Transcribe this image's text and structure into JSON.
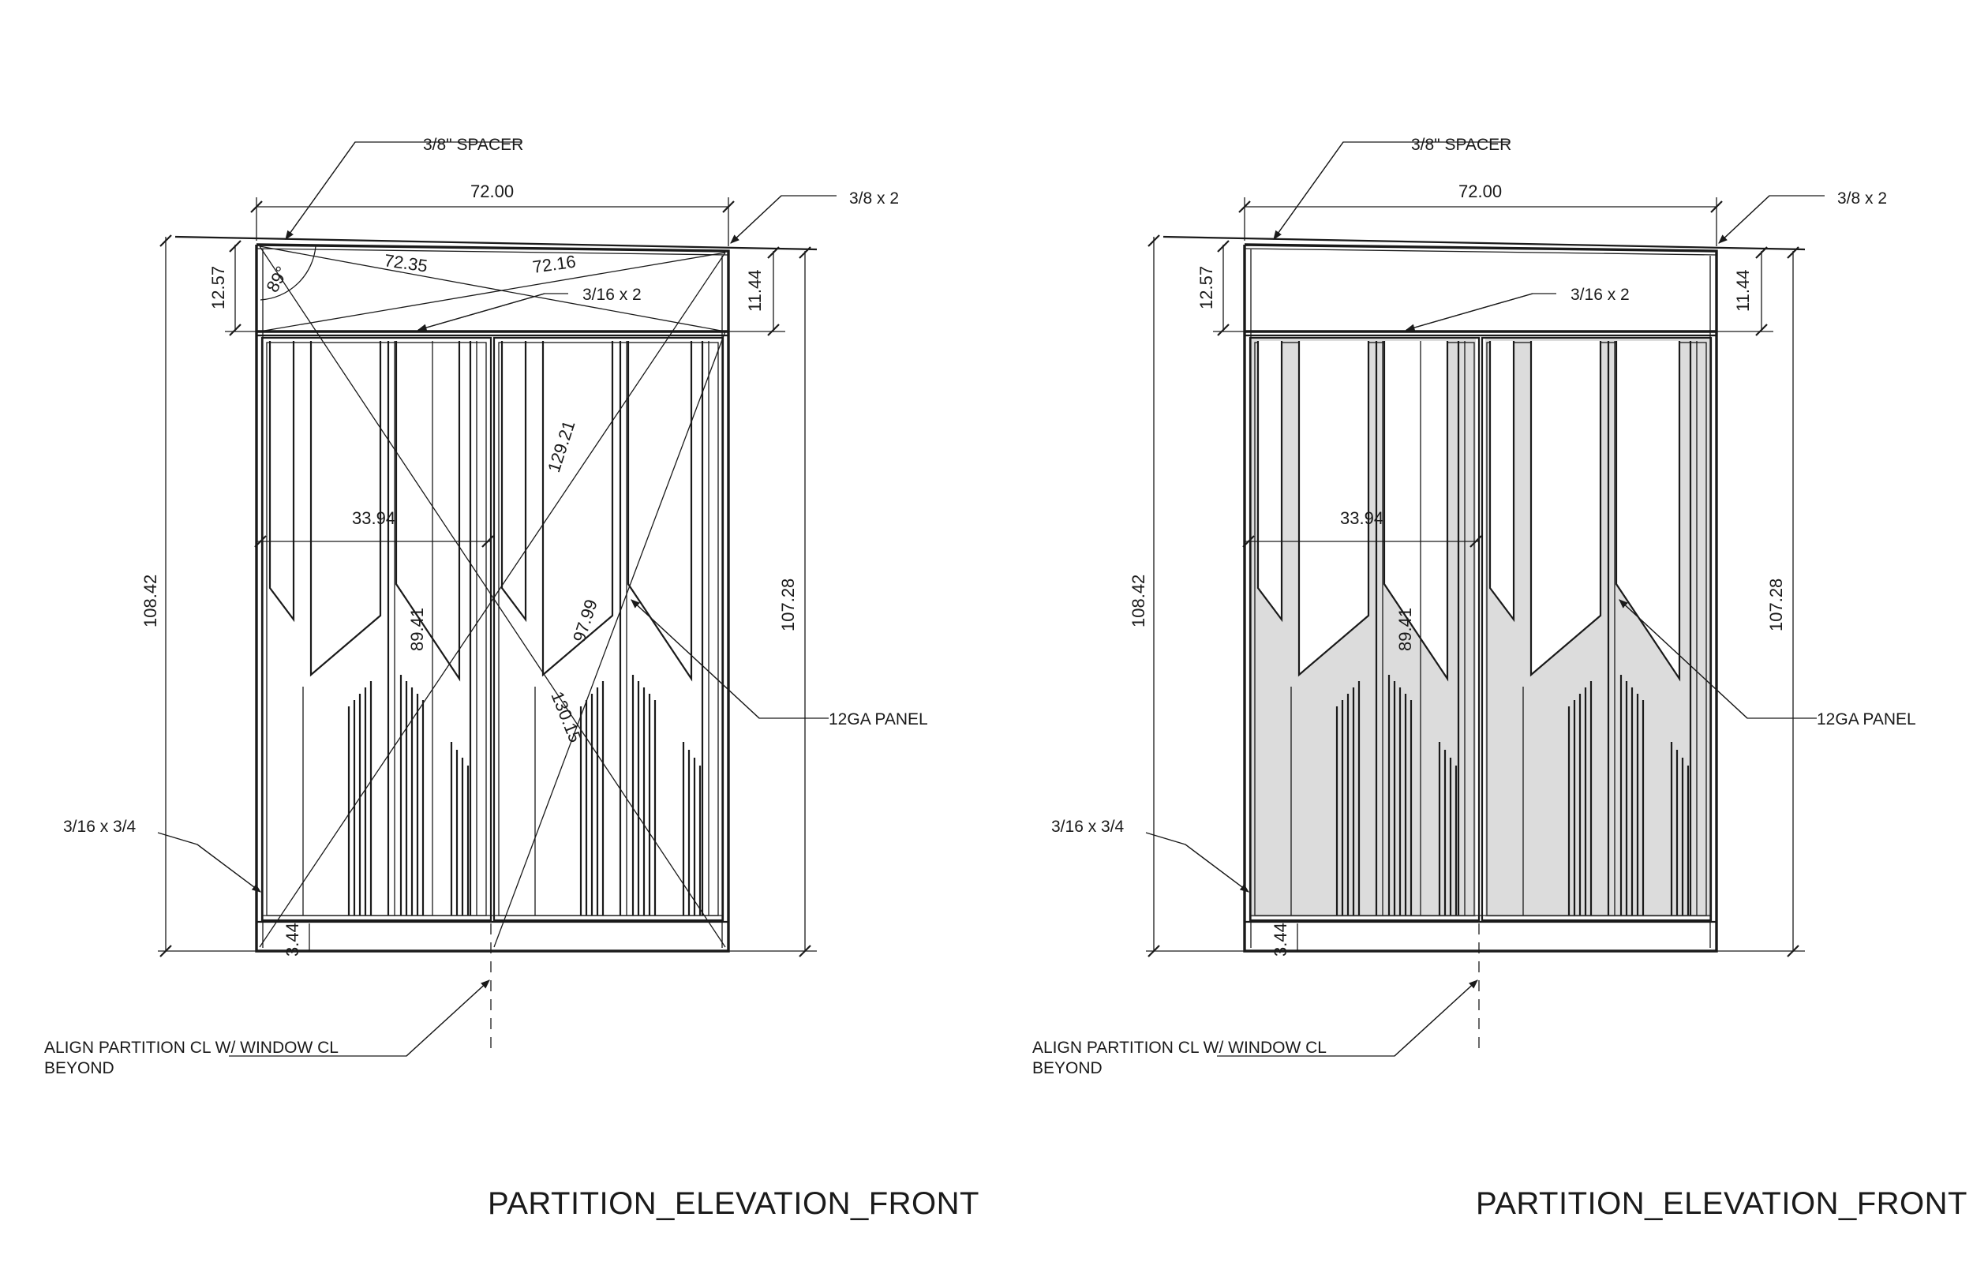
{
  "drawings": [
    {
      "id": "left",
      "shaded": false,
      "show_diagonals": true,
      "title": "PARTITION_ELEVATION_FRONT",
      "callouts": {
        "spacer": "3/8\" SPACER",
        "top_cap": "3/8 x 2",
        "header_bar": "3/16 x 2",
        "panel": "12GA PANEL",
        "side_bar": "3/16 x 3/4",
        "align_line1": "ALIGN PARTITION CL W/ WINDOW CL",
        "align_line2": "BEYOND"
      },
      "dimensions": {
        "overall_width": "72.00",
        "left_height": "108.42",
        "right_height": "107.28",
        "header_left": "12.57",
        "header_right": "11.44",
        "door_width": "33.94",
        "panel_height": "89.41",
        "base": "3.44",
        "diag_top": "72.35",
        "diag_top2": "72.16",
        "angle": "89°",
        "diag_long1": "129.21",
        "diag_long2": "130.15",
        "diag_mid": "97.99"
      }
    },
    {
      "id": "right",
      "shaded": true,
      "show_diagonals": false,
      "title": "PARTITION_ELEVATION_FRONT",
      "callouts": {
        "spacer": "3/8\" SPACER",
        "top_cap": "3/8 x 2",
        "header_bar": "3/16 x 2",
        "panel": "12GA PANEL",
        "side_bar": "3/16 x 3/4",
        "align_line1": "ALIGN PARTITION CL W/ WINDOW CL",
        "align_line2": "BEYOND"
      },
      "dimensions": {
        "overall_width": "72.00",
        "left_height": "108.42",
        "right_height": "107.28",
        "header_left": "12.57",
        "header_right": "11.44",
        "door_width": "33.94",
        "panel_height": "89.41",
        "base": "3.44"
      }
    }
  ]
}
